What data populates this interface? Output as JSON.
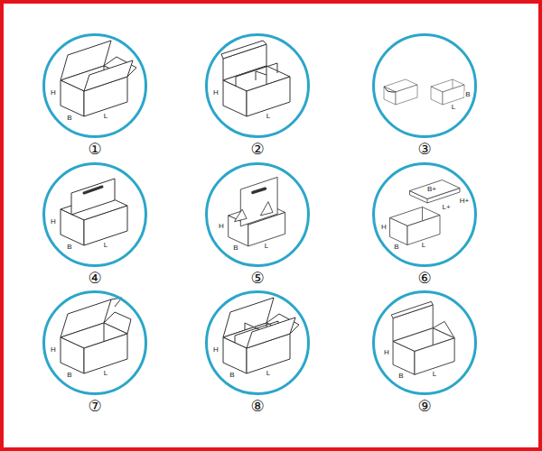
{
  "diagram": {
    "nodes": [
      {
        "text": [
          "H",
          "B",
          "L",
          "①"
        ]
      },
      {
        "text": [
          "H",
          "L",
          "②"
        ]
      },
      {
        "text": [
          "L",
          "B",
          "③"
        ]
      },
      {
        "text": [
          "H",
          "B",
          "L",
          "④"
        ]
      },
      {
        "text": [
          "H",
          "B",
          "L",
          "⑤"
        ]
      },
      {
        "text": [
          "H",
          "B",
          "L",
          "B+",
          "L+",
          "H+",
          "⑥"
        ]
      },
      {
        "text": [
          "H",
          "B",
          "L",
          "⑦"
        ]
      },
      {
        "text": [
          "H",
          "B",
          "L",
          "⑧"
        ]
      },
      {
        "text": [
          "H",
          "B",
          "L",
          "⑨"
        ]
      }
    ]
  }
}
